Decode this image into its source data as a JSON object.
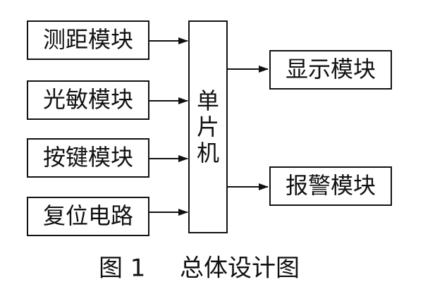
{
  "diagram": {
    "inputs": [
      {
        "label": "测距模块"
      },
      {
        "label": "光敏模块"
      },
      {
        "label": "按键模块"
      },
      {
        "label": "复位电路"
      }
    ],
    "core": {
      "chars": [
        "单",
        "片",
        "机"
      ]
    },
    "outputs": [
      {
        "label": "显示模块"
      },
      {
        "label": "报警模块"
      }
    ]
  },
  "caption": {
    "figure_number": "图 1",
    "title": "总体设计图"
  }
}
